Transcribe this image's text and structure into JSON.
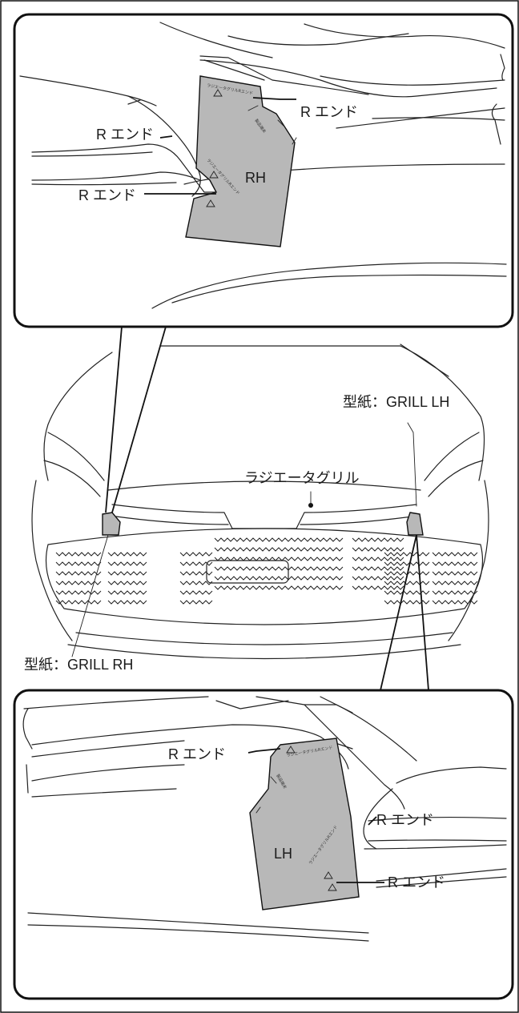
{
  "top_panel": {
    "labels": [
      "R エンド",
      "R エンド",
      "R エンド"
    ],
    "template_text": "RH",
    "tiny_text_1": "ラジエータグリルRエンド",
    "tiny_text_2": "製品端末",
    "tiny_text_3": "ラジエータグリルRエンド"
  },
  "middle": {
    "grill_label": "ラジエータグリル",
    "template_lh_label": "型紙：GRILL LH",
    "template_rh_label": "型紙：GRILL RH"
  },
  "bottom_panel": {
    "labels": [
      "R エンド",
      "R エンド",
      "R エンド"
    ],
    "template_text": "LH",
    "tiny_text_1": "ラジエータグリルRエンド",
    "tiny_text_2": "製品端末",
    "tiny_text_3": "ラジエータグリルRエンド"
  }
}
